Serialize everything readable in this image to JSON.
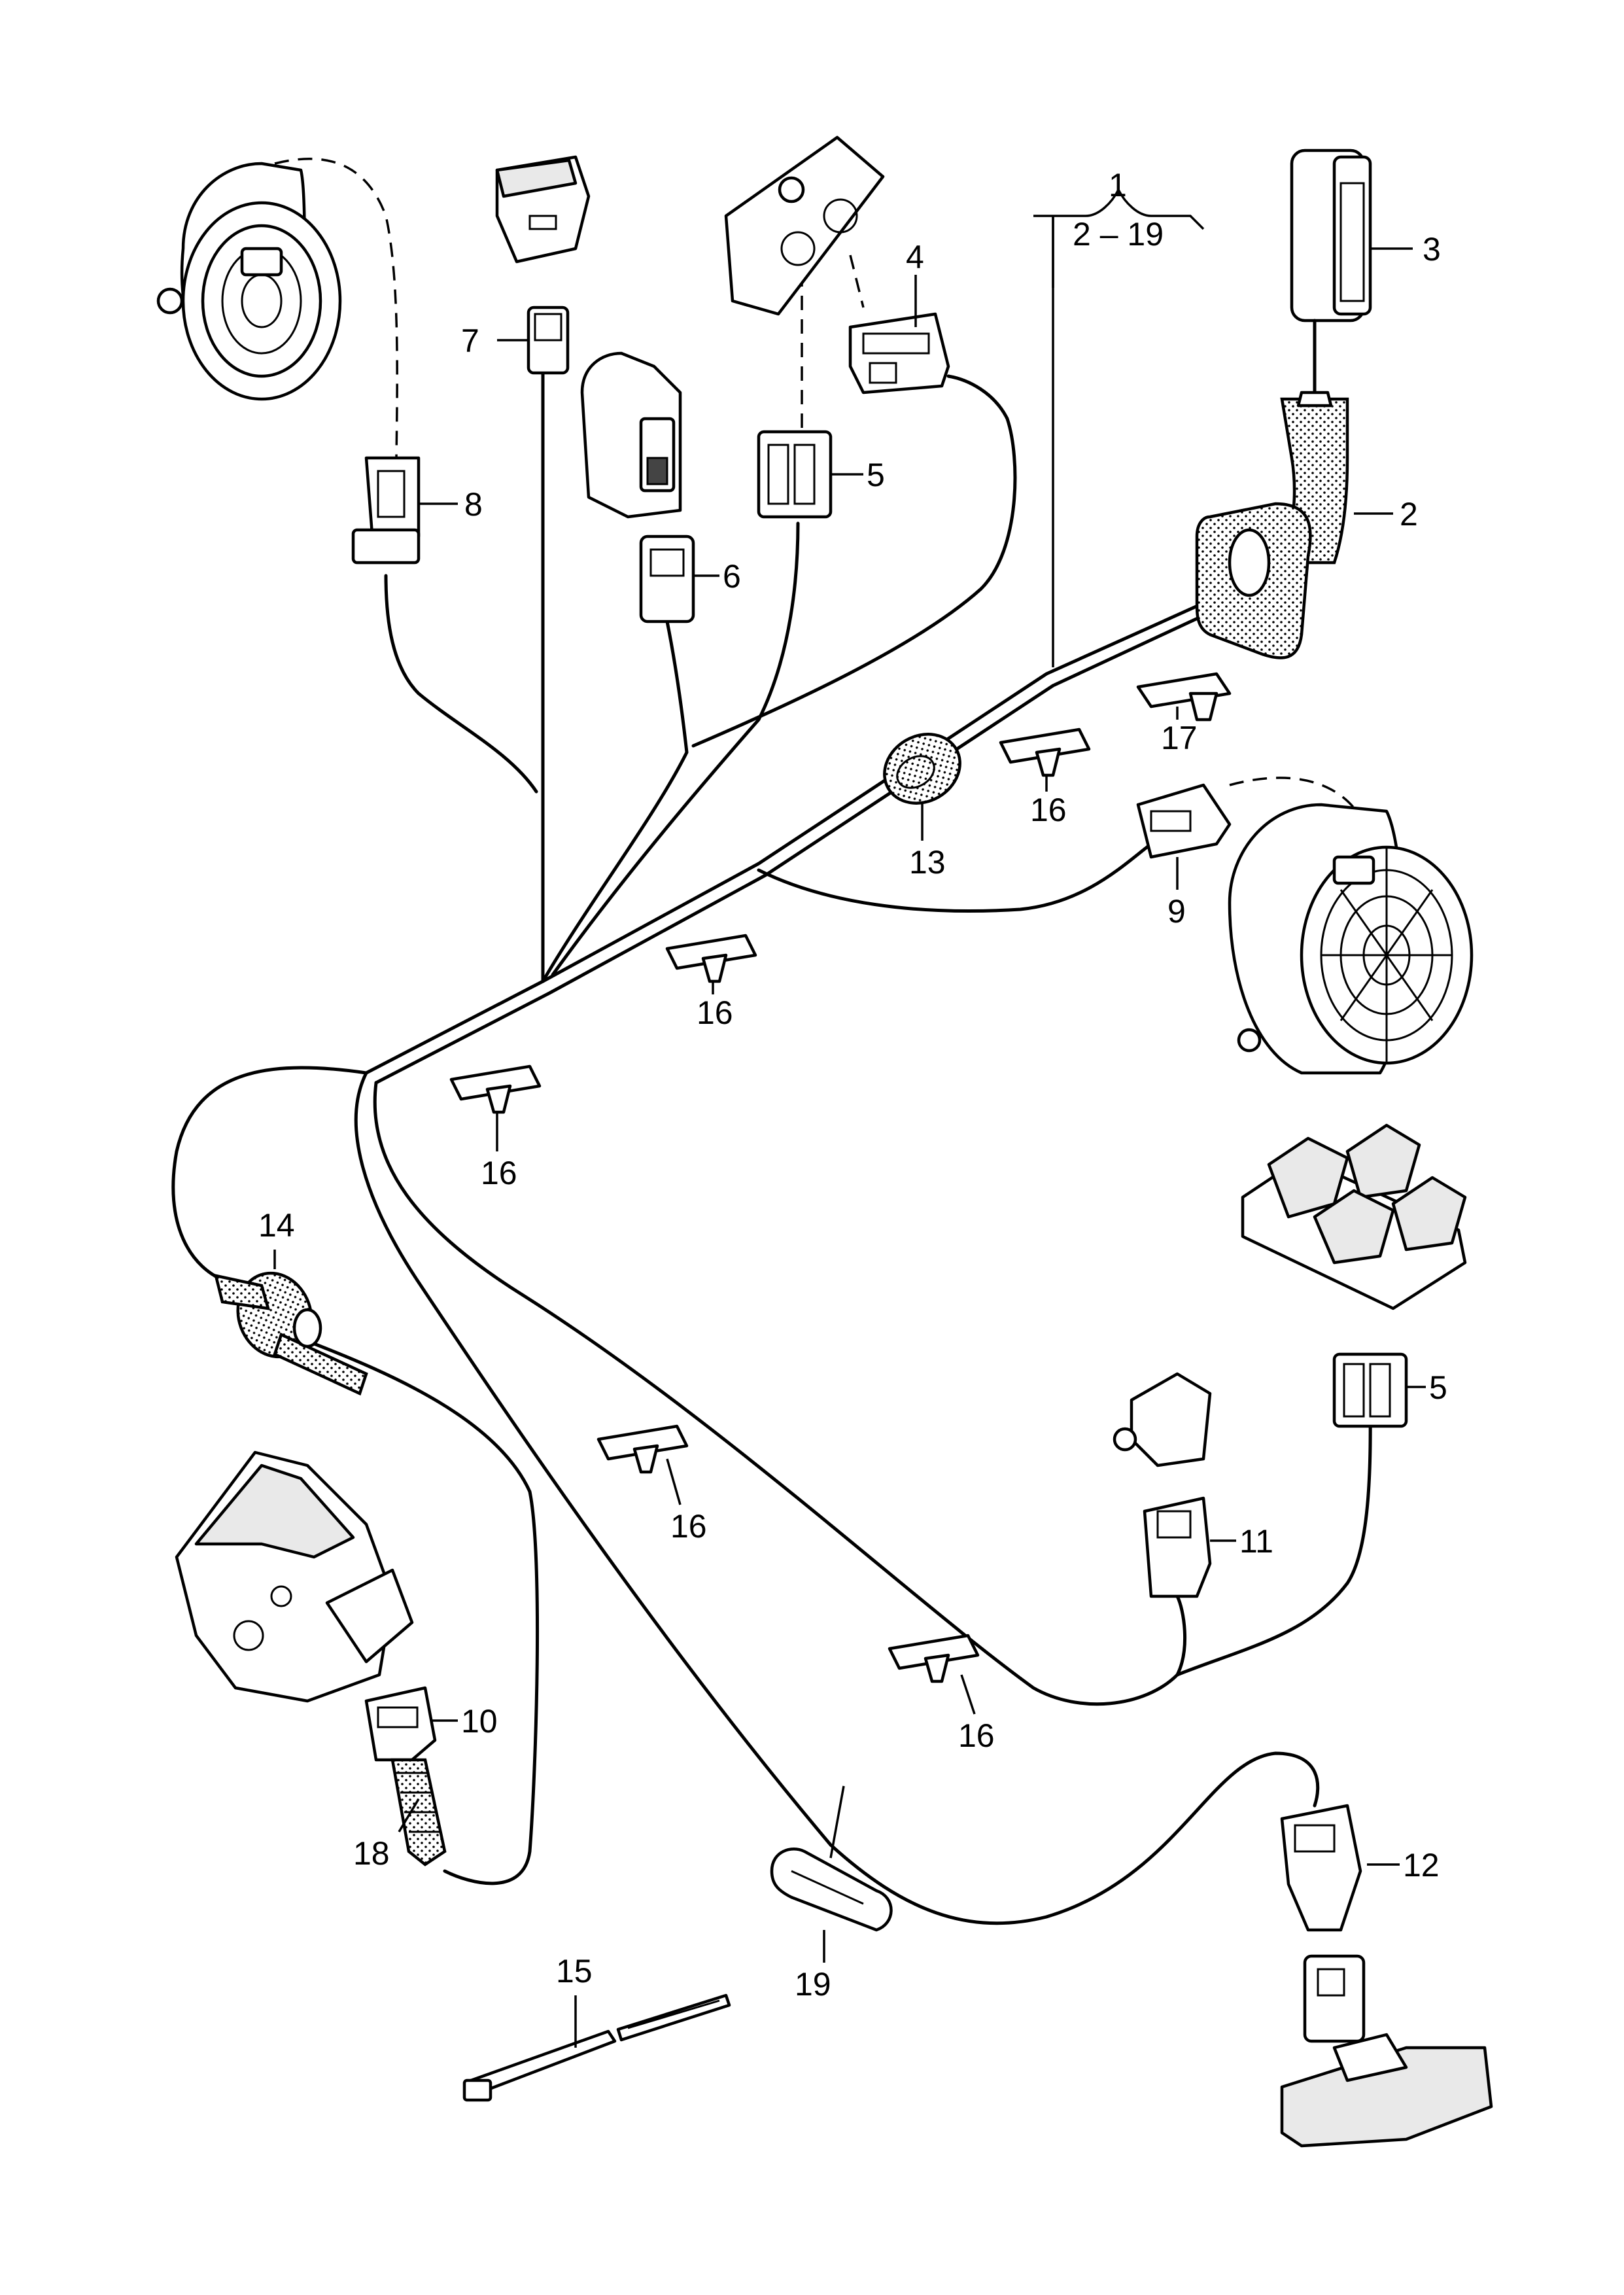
{
  "callouts": {
    "c1": "1",
    "c2_19": "2 – 19",
    "c2": "2",
    "c3": "3",
    "c4": "4",
    "c5a": "5",
    "c5b": "5",
    "c6": "6",
    "c7": "7",
    "c8": "8",
    "c9": "9",
    "c10": "10",
    "c11": "11",
    "c12": "12",
    "c13": "13",
    "c14": "14",
    "c15": "15",
    "c16a": "16",
    "c16b": "16",
    "c16c": "16",
    "c16d": "16",
    "c16e": "16",
    "c17": "17",
    "c18": "18",
    "c19": "19"
  },
  "icons": {
    "speaker": "speaker-icon",
    "connector": "connector-icon",
    "clip": "clip-icon",
    "grommet": "grommet-icon",
    "door-lock": "door-lock-icon",
    "window-switch": "window-switch-icon",
    "cable-tie": "cable-tie-icon",
    "door-handle": "door-handle-icon"
  }
}
